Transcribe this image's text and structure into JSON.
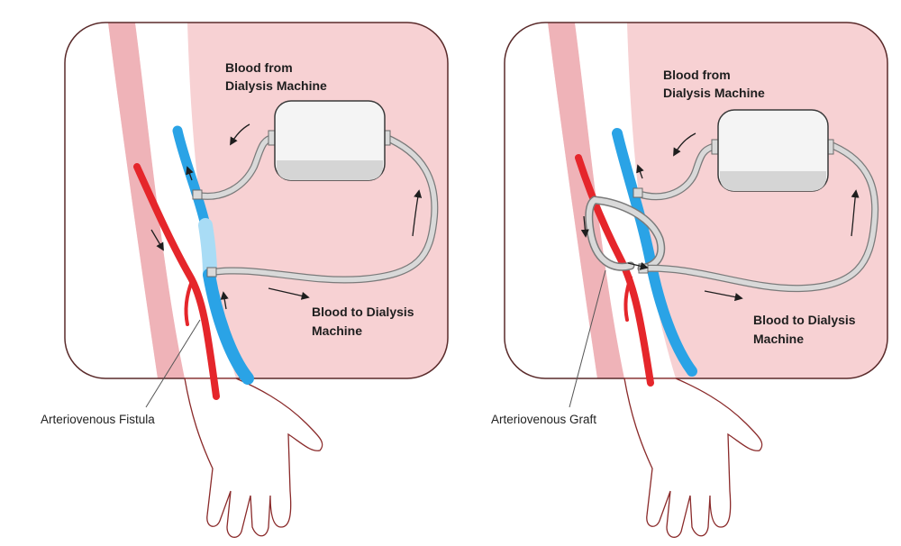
{
  "colors": {
    "background_pink": "#f7d1d3",
    "background_pink_dark": "#efb3b8",
    "frame_stroke": "#5a2a2a",
    "artery_red": "#e5262b",
    "vein_blue": "#2aa3e6",
    "vein_blue_light": "#a9dcf5",
    "tube_gray": "#d9d9d9",
    "machine_fill": "#f4f4f4"
  },
  "panels": [
    {
      "id": "fistula",
      "label_from_machine": [
        "Blood from",
        "Dialysis Machine"
      ],
      "label_to_machine": [
        "Blood to Dialysis",
        "Machine"
      ],
      "caption": "Arteriovenous Fistula"
    },
    {
      "id": "graft",
      "label_from_machine": [
        "Blood from",
        "Dialysis Machine"
      ],
      "label_to_machine": [
        "Blood to Dialysis",
        "Machine"
      ],
      "caption": "Arteriovenous Graft"
    }
  ]
}
